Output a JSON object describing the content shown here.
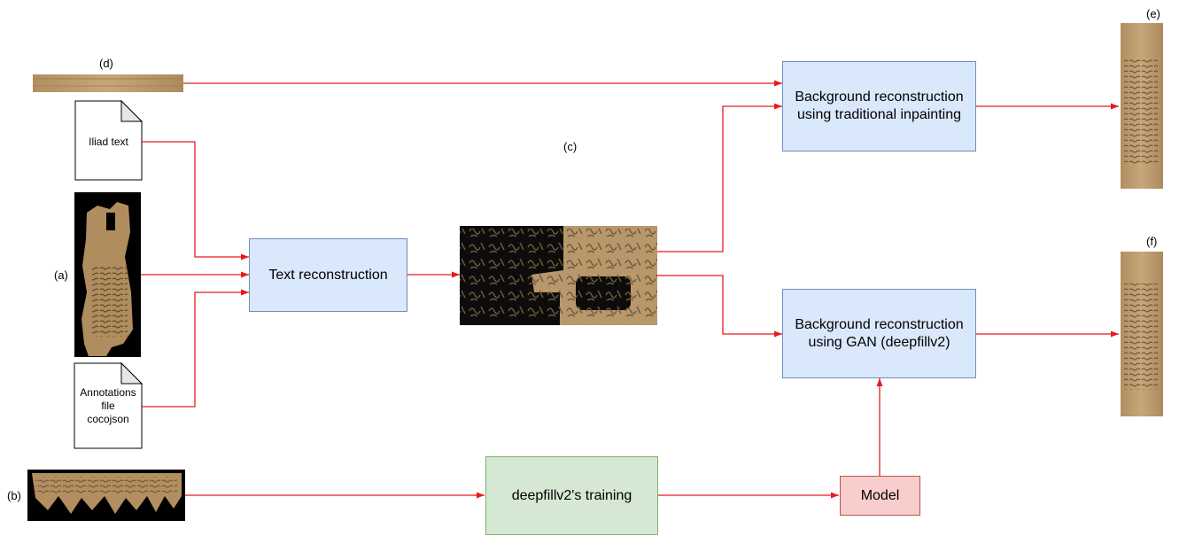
{
  "labels": {
    "a": "(a)",
    "b": "(b)",
    "c": "(c)",
    "d": "(d)",
    "e": "(e)",
    "f": "(f)"
  },
  "nodes": {
    "text_reconstruction": "Text reconstruction",
    "bg_traditional_line1": "Background reconstruction",
    "bg_traditional_line2": "using traditional inpainting",
    "bg_gan_line1": "Background reconstruction",
    "bg_gan_line2": "using GAN (deepfillv2)",
    "training": "deepfillv2's training",
    "model": "Model"
  },
  "documents": {
    "iliad": "Iliad text",
    "annotations_line1": "Annotations",
    "annotations_line2": "file",
    "annotations_line3": "cocojson"
  },
  "colors": {
    "arrow": "#e8191c",
    "blue_fill": "#dae8fc",
    "blue_stroke": "#6c8ebf",
    "green_fill": "#d5e8d4",
    "green_stroke": "#82b366",
    "red_fill": "#f8cecc",
    "red_stroke": "#b85450",
    "papyrus": "#b99a6c"
  }
}
